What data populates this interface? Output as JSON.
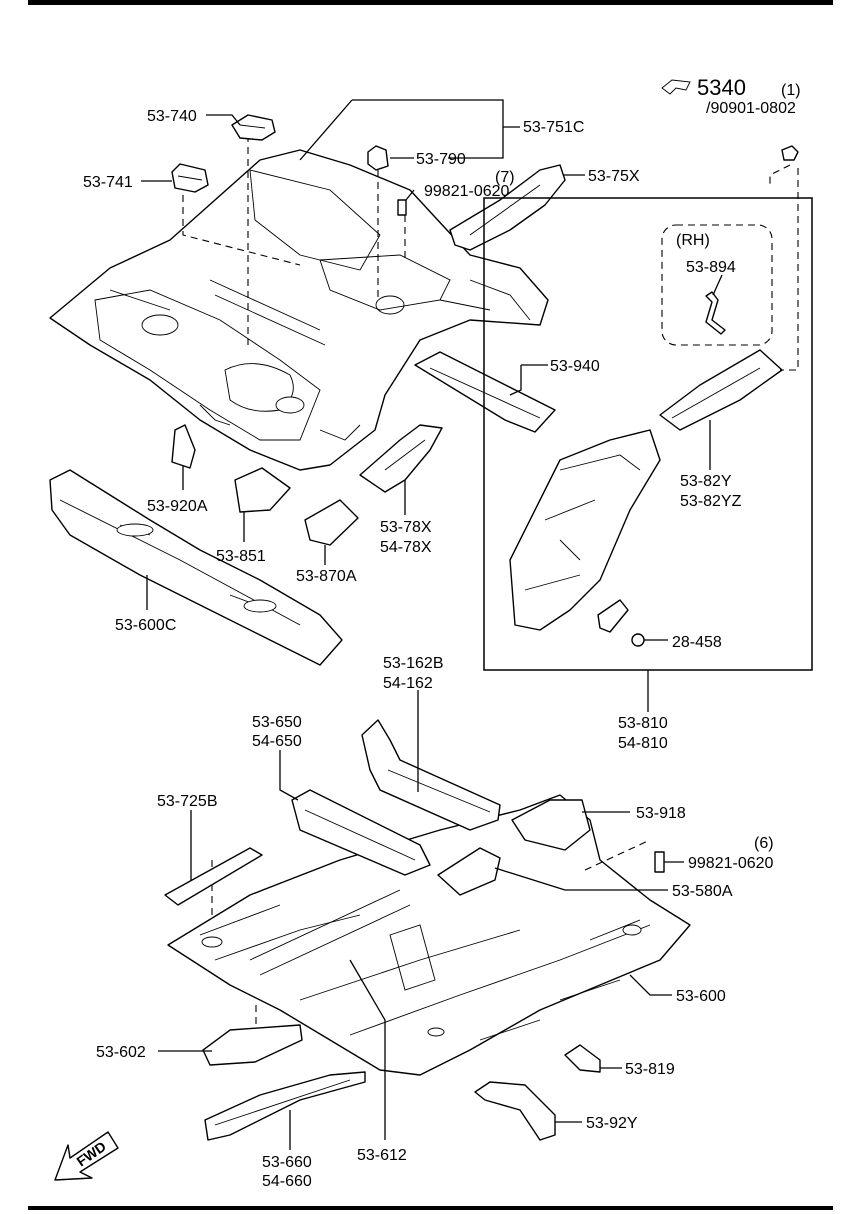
{
  "page_ref": "5340",
  "labels": {
    "p53_740": "53-740",
    "p53_741": "53-741",
    "p53_751c": "53-751C",
    "p53_790": "53-790",
    "qty7": "(7)",
    "p99821_0620_top": "99821-0620",
    "p53_75x": "53-75X",
    "qty1": "(1)",
    "p90901_0802": "/90901-0802",
    "rh": "(RH)",
    "p53_894": "53-894",
    "p53_940": "53-940",
    "p53_82y": "53-82Y",
    "p53_82yz": "53-82YZ",
    "p53_920a": "53-920A",
    "p53_851": "53-851",
    "p53_870a": "53-870A",
    "p53_78x": "53-78X",
    "p54_78x": "54-78X",
    "p53_600c": "53-600C",
    "p28_458": "28-458",
    "p53_810": "53-810",
    "p54_810": "54-810",
    "p53_162b": "53-162B",
    "p54_162": "54-162",
    "p53_650": "53-650",
    "p54_650": "54-650",
    "p53_725b": "53-725B",
    "p53_918": "53-918",
    "qty6": "(6)",
    "p99821_0620_bot": "99821-0620",
    "p53_580a": "53-580A",
    "p53_600": "53-600",
    "p53_602": "53-602",
    "p53_819": "53-819",
    "p53_92y": "53-92Y",
    "p53_660": "53-660",
    "p54_660": "54-660",
    "p53_612": "53-612",
    "fwd": "FWD"
  }
}
